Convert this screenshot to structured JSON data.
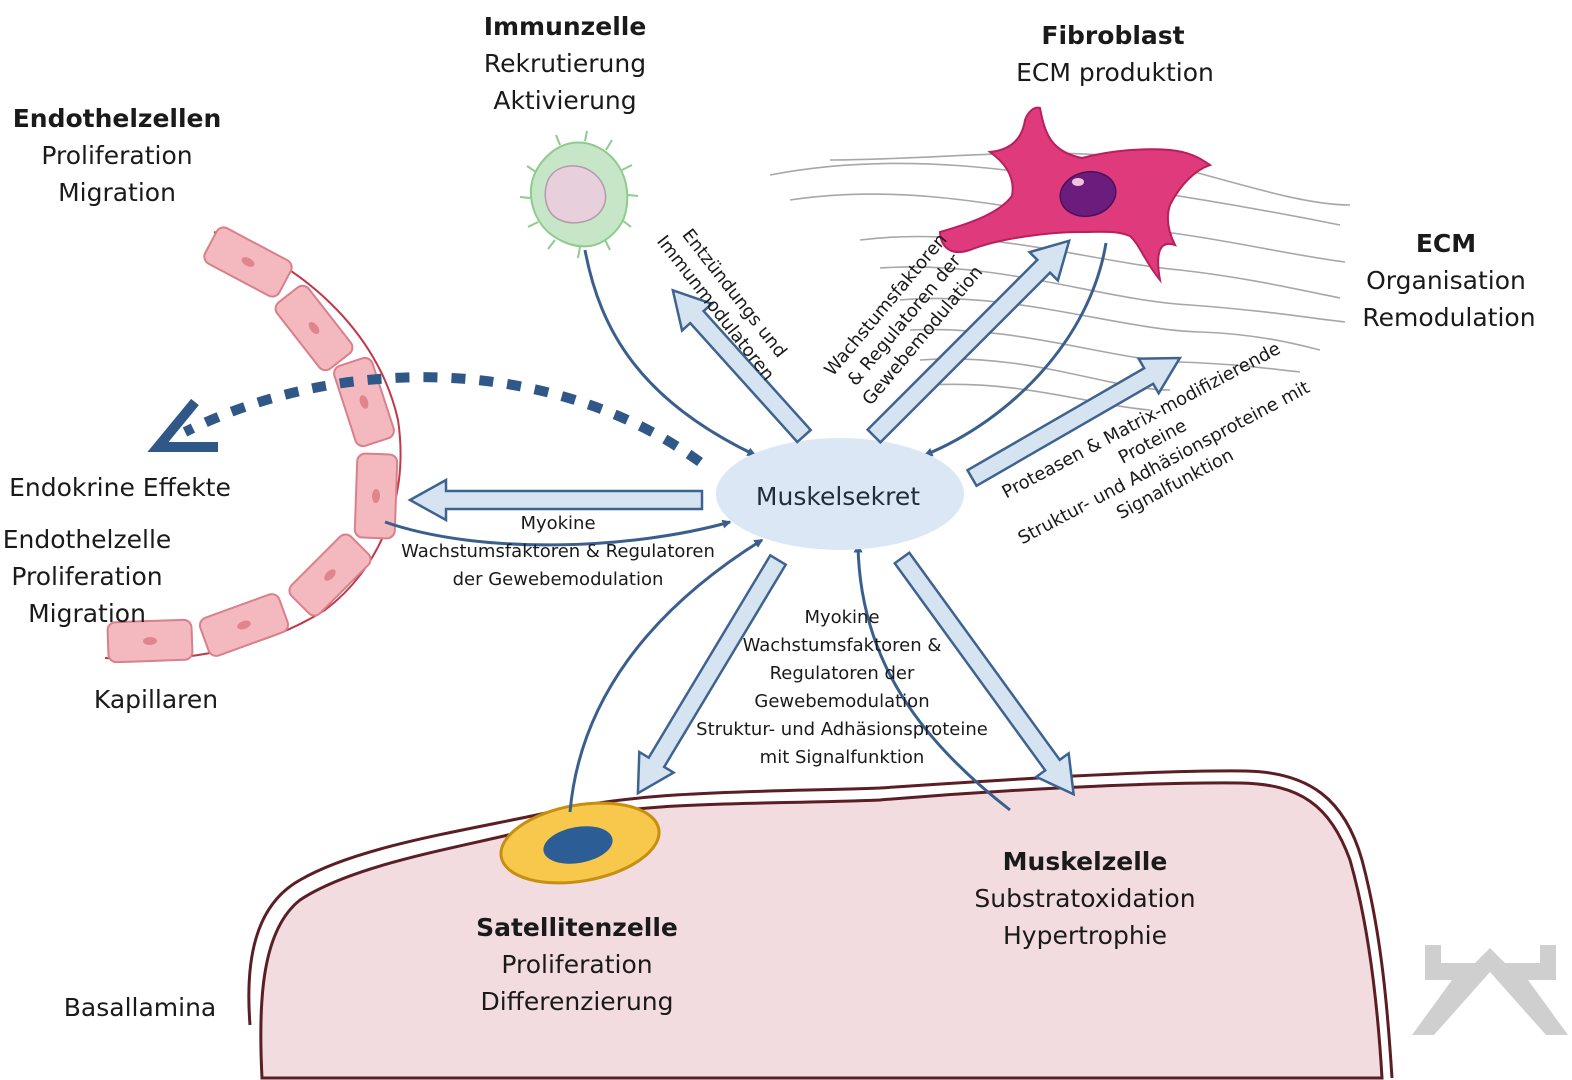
{
  "nodes": {
    "immune": {
      "title": "Immunzelle",
      "lines": [
        "Rekrutierung",
        "Aktivierung"
      ]
    },
    "fibroblast": {
      "title": "Fibroblast",
      "lines": [
        "ECM produktion"
      ]
    },
    "endothel": {
      "title": "Endothelzellen",
      "lines": [
        "Proliferation",
        "Migration"
      ]
    },
    "ecm": {
      "title": "ECM",
      "lines": [
        "Organisation",
        "Remodulation"
      ]
    },
    "satellite": {
      "title": "Satellitenzelle",
      "lines": [
        "Proliferation",
        "Differenzierung"
      ]
    },
    "muscle": {
      "title": "Muskelzelle",
      "lines": [
        "Substratoxidation",
        "Hypertrophie"
      ]
    },
    "center": {
      "label": "Muskelsekret"
    }
  },
  "left": {
    "endocrine": "Endokrine Effekte",
    "endothelzelle_lines": [
      "Endothelzelle",
      "Proliferation",
      "Migration"
    ],
    "kapillaren": "Kapillaren",
    "basallamina": "Basallamina"
  },
  "arrow_labels": {
    "immune": [
      "Entzündungs und",
      "Immunmodulatoren"
    ],
    "fibroblast": [
      "Wachstumsfaktoren",
      "& Regulatoren der",
      "Gewebemodulation"
    ],
    "ecm": [
      "Proteasen & Matrix-modifizierende",
      "Proteine",
      "Struktur- und Adhäsionsproteine mit",
      "Signalfunktion"
    ],
    "capillary": [
      "Myokine",
      "Wachstumsfaktoren & Regulatoren",
      "der Gewebemodulation"
    ],
    "muscle": [
      "Myokine",
      "Wachstumsfaktoren &",
      "Regulatoren der",
      "Gewebemodulation",
      "Struktur- und Adhäsionsproteine",
      "mit Signalfunktion"
    ]
  },
  "colors": {
    "arrow_fill": "#d6e4f2",
    "arrow_stroke": "#3f6390",
    "curve": "#3b5f8c",
    "dotted": "#2f5788",
    "center_fill": "#dbe7f4",
    "muscle_fill": "#f2dcdf",
    "membrane": "#5a1e24"
  }
}
